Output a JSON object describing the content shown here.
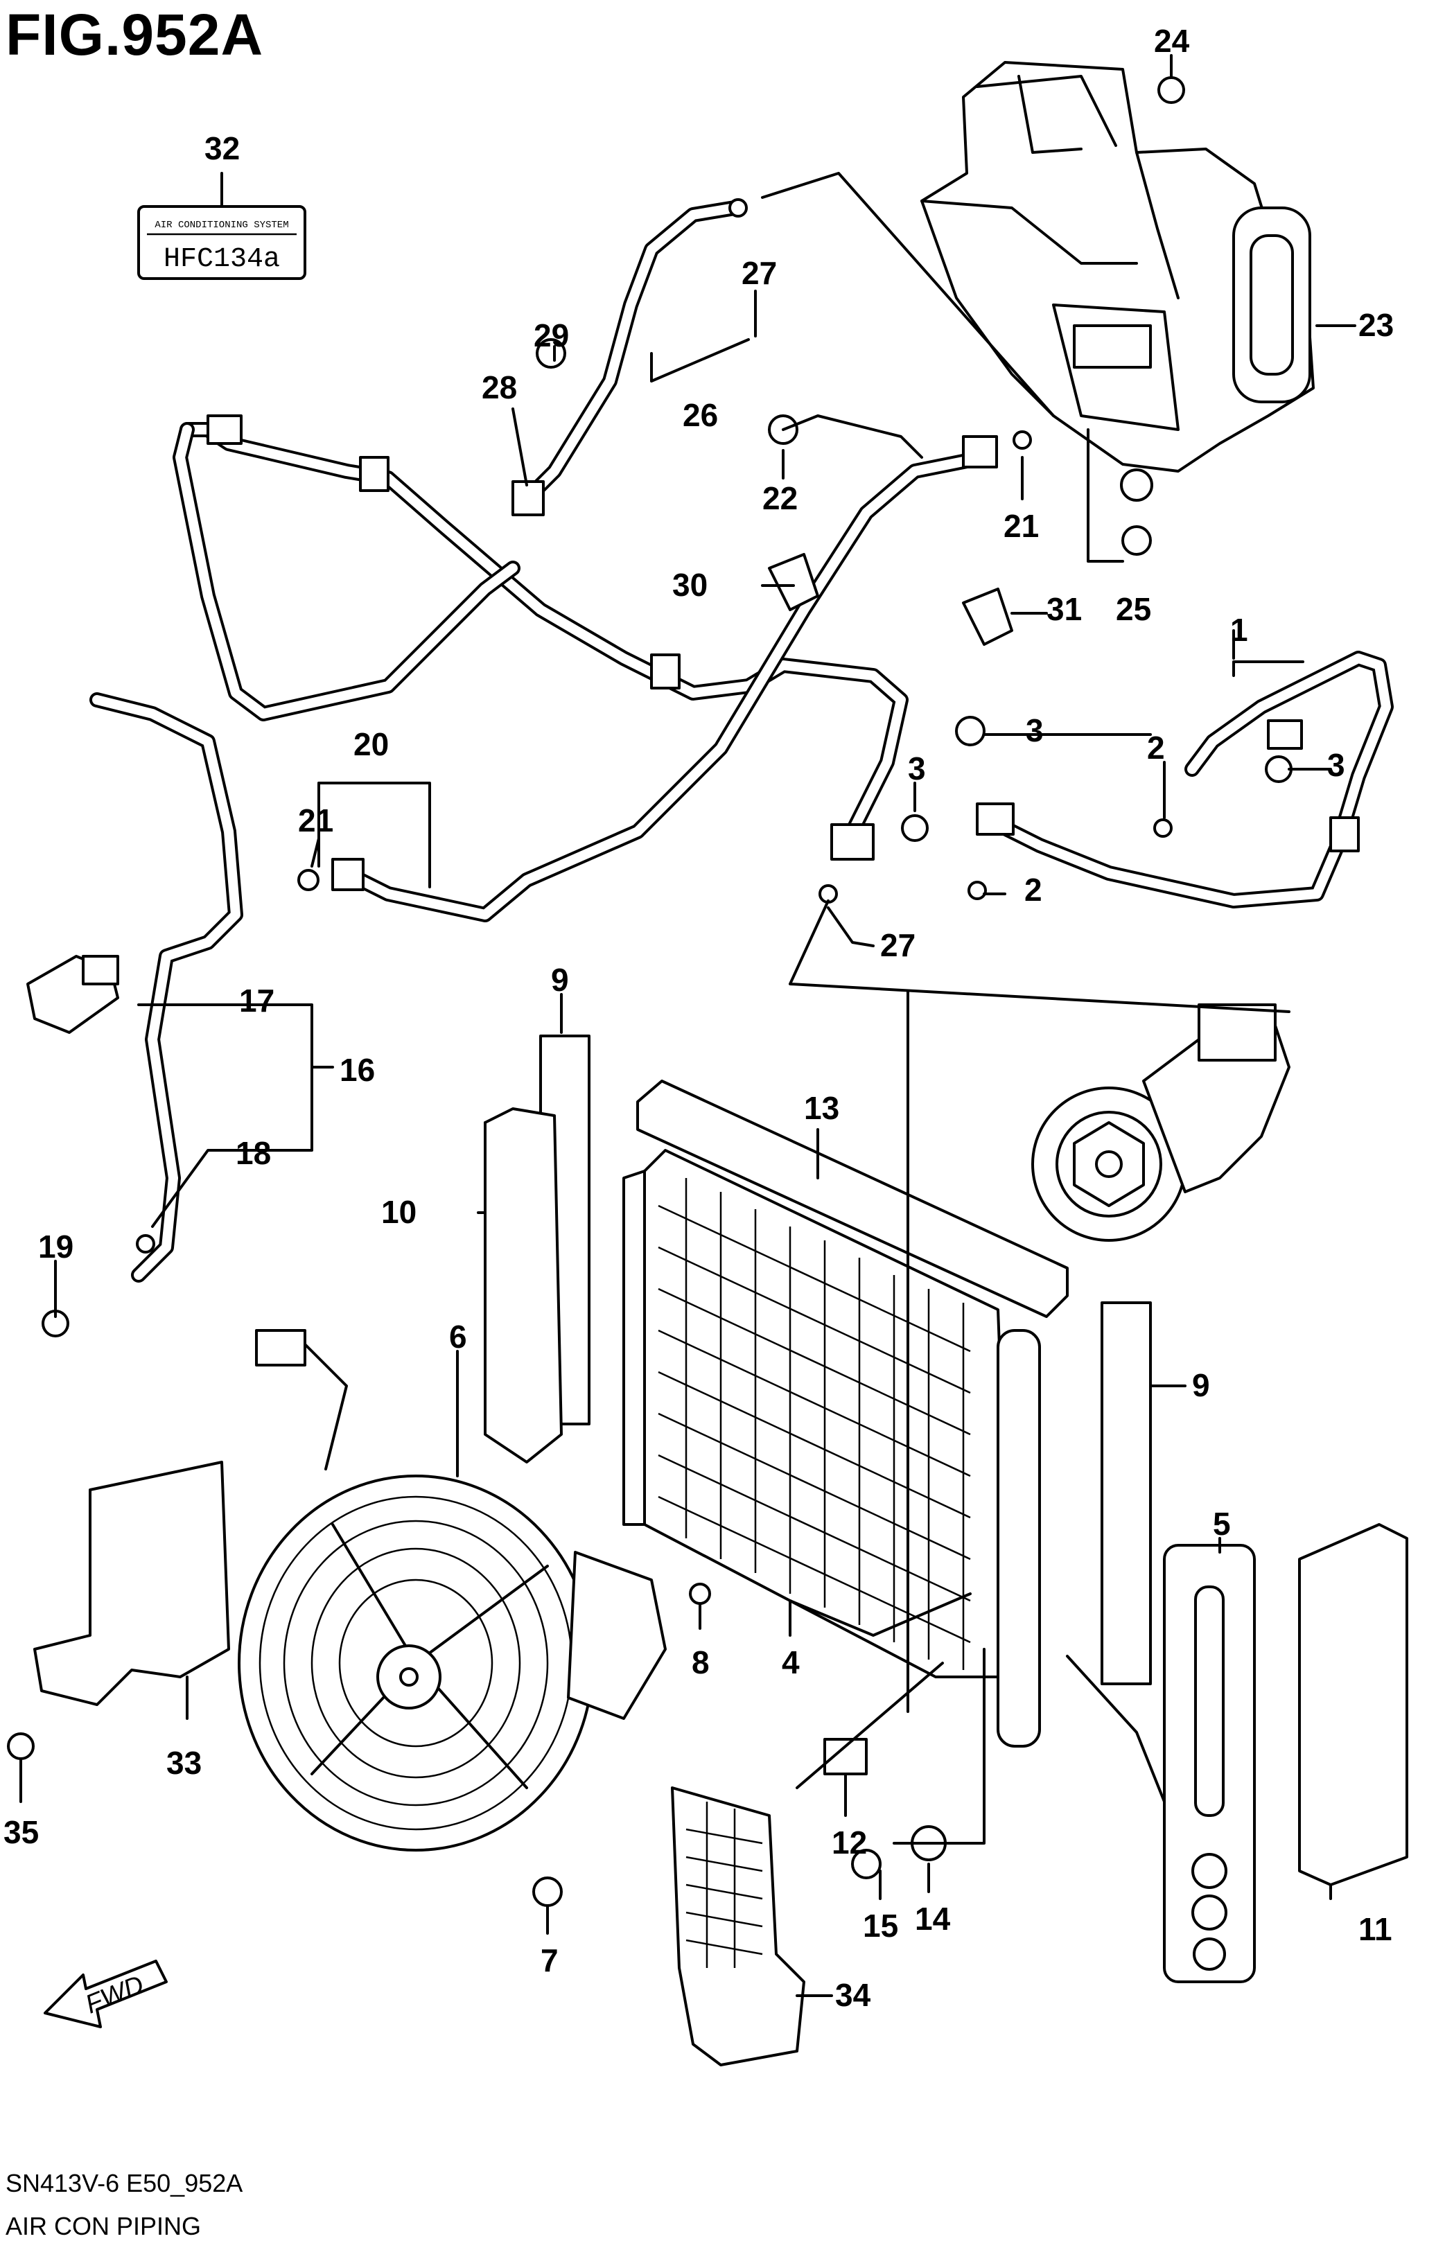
{
  "figure": {
    "title": "FIG.952A",
    "code": "SN413V-6 E50_952A",
    "name": "AIR CON PIPING"
  },
  "label_plate": {
    "header": "AIR CONDITIONING SYSTEM",
    "refrigerant": "HFC134a"
  },
  "fwd_label": "FWD",
  "callouts": [
    "1",
    "2",
    "2",
    "3",
    "3",
    "3",
    "4",
    "5",
    "6",
    "7",
    "8",
    "9",
    "9",
    "10",
    "11",
    "12",
    "13",
    "14",
    "15",
    "16",
    "17",
    "18",
    "19",
    "20",
    "21",
    "21",
    "22",
    "23",
    "24",
    "25",
    "26",
    "27",
    "27",
    "28",
    "29",
    "30",
    "31",
    "32",
    "33",
    "34",
    "35"
  ]
}
